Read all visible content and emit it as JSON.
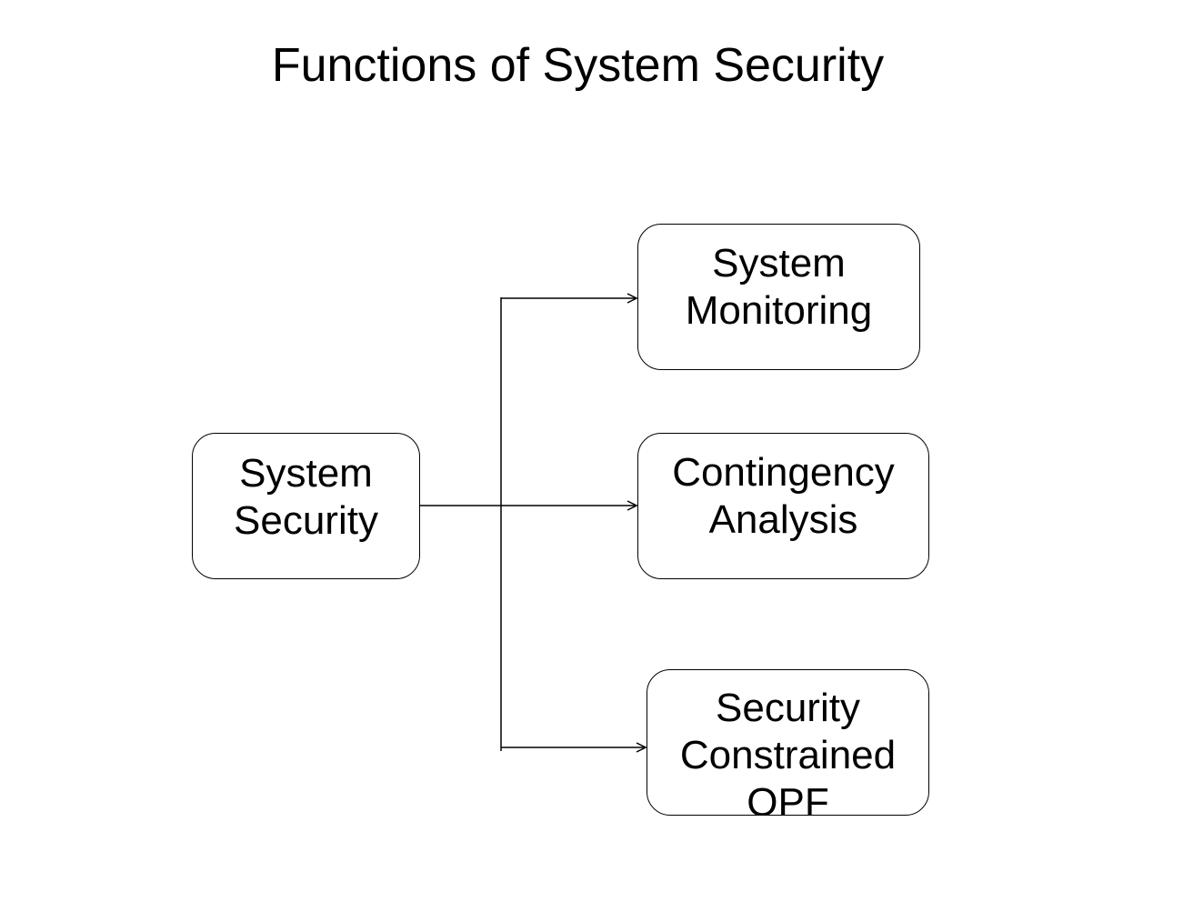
{
  "title": "Functions of System Security",
  "nodes": {
    "root": {
      "lines": [
        "System",
        "Security"
      ]
    },
    "monitoring": {
      "lines": [
        "System",
        "Monitoring"
      ]
    },
    "contingency": {
      "lines": [
        "Contingency",
        "Analysis"
      ]
    },
    "scopf": {
      "lines": [
        "Security",
        "Constrained",
        "OPF"
      ]
    }
  },
  "edges": [
    {
      "from": "root",
      "to": "monitoring"
    },
    {
      "from": "root",
      "to": "contingency"
    },
    {
      "from": "root",
      "to": "scopf"
    }
  ],
  "colors": {
    "stroke": "#000000",
    "background": "#ffffff",
    "text": "#000000"
  }
}
